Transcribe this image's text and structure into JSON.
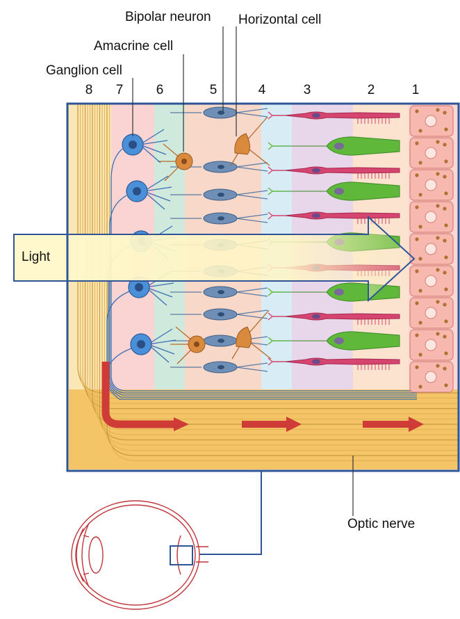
{
  "labels": {
    "bipolar": "Bipolar neuron",
    "horizontal": "Horizontal cell",
    "amacrine": "Amacrine cell",
    "ganglion": "Ganglion cell",
    "light": "Light",
    "optic_nerve": "Optic nerve"
  },
  "layer_numbers": [
    "8",
    "7",
    "6",
    "5",
    "4",
    "3",
    "2",
    "1"
  ],
  "colors": {
    "frame": "#2f5597",
    "nerve_fiber": "#f3c566",
    "ganglion": "#4a90d9",
    "bipolar": "#6f8fb6",
    "amacrine": "#d98a3c",
    "rod": "#d6456f",
    "cone": "#5fb83a",
    "pigment": "#f7b8b0",
    "arrow": "#cf3b36",
    "light_box": "#fff8cc"
  }
}
